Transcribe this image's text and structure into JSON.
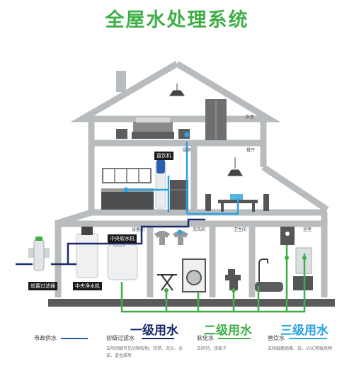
{
  "title": "全屋水处理系统",
  "colors": {
    "level1": "#1a2a6b",
    "level2": "#3fae48",
    "level3": "#2aa3e0",
    "house": "#b9bcbe",
    "ground": "#555555"
  },
  "rooms": {
    "bedroom": "卧室",
    "study": "厨房",
    "dining": "餐厅",
    "storage": "设备间",
    "laundry": "洗衣间",
    "bathroom": "卫生间",
    "shower": "浴室"
  },
  "devices": {
    "prefilter": "前置过滤器",
    "central_purifier": "中央净水机",
    "central_softener": "中央软水机",
    "drinking_machine": "直饮机"
  },
  "legend": {
    "municipal": "市政供水",
    "level1": {
      "title": "一级用水",
      "name": "初级过滤水",
      "desc": "去除肉眼可见的颗粒物、铁锈、泥沙、余氯、重金属等"
    },
    "level2": {
      "title": "二级用水",
      "name": "软化水",
      "desc": "去除钙、镁离子"
    },
    "level3": {
      "title": "三级用水",
      "name": "直饮水",
      "desc": "去除细菌病毒、铅、VOC等致癌物"
    }
  }
}
